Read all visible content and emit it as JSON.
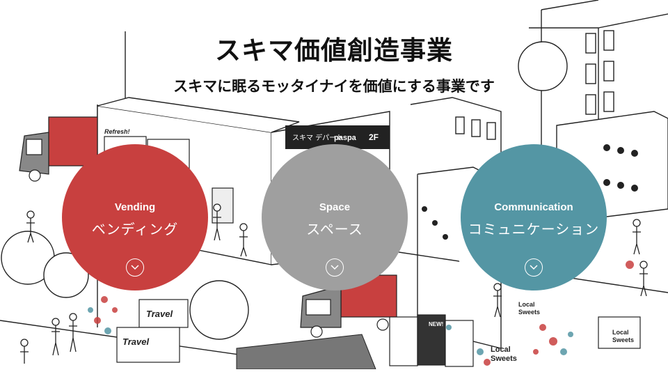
{
  "header": {
    "title": "スキマ価値創造事業",
    "subtitle": "スキマに眠るモッタイナイを価値にする事業です"
  },
  "categories": [
    {
      "en": "Vending",
      "ja": "ベンディング",
      "color": "#c8403f",
      "icon": "chevron-down-icon"
    },
    {
      "en": "Space",
      "ja": "スペース",
      "color": "#9f9f9f",
      "icon": "chevron-down-icon"
    },
    {
      "en": "Communication",
      "ja": "コミュニケーション",
      "color": "#5496a4",
      "icon": "chevron-down-icon"
    }
  ],
  "illustration": {
    "signs": {
      "store_sign": "スキマ デパート",
      "store_brand": "paspa",
      "floor": "2F",
      "refresh": "Refresh!",
      "travel": "Travel",
      "local_sweets": "Local Sweets",
      "new": "NEW!"
    }
  }
}
